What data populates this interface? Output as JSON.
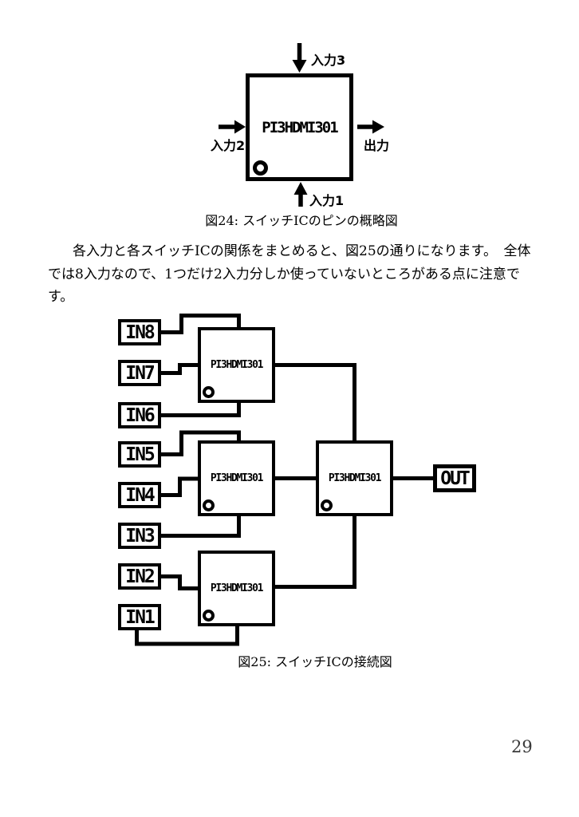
{
  "page": {
    "number": "29"
  },
  "figure24": {
    "chip_label": "PI3HDMI301",
    "pin_labels": {
      "top": "入力3",
      "left": "入力2",
      "right": "出力",
      "bottom": "入力1"
    },
    "caption": "図24: スイッチICのピンの概略図"
  },
  "paragraph": {
    "lines": [
      "各入力と各スイッチICの関係をまとめると、図25の通りになります。　全体",
      "では8入力なので、1つだけ2入力分しか使っていないところがある点に注意で",
      "す。"
    ]
  },
  "figure25": {
    "input_labels": [
      "IN8",
      "IN7",
      "IN6",
      "IN5",
      "IN4",
      "IN3",
      "IN2",
      "IN1"
    ],
    "chip_labels": [
      "PI3HDMI301",
      "PI3HDMI301",
      "PI3HDMI301",
      "PI3HDMI301"
    ],
    "output_label": "OUT",
    "caption": "図25: スイッチICの接続図"
  },
  "colors": {
    "ink": "#000000",
    "paper": "#ffffff",
    "page_number": "#3a3a3a"
  }
}
